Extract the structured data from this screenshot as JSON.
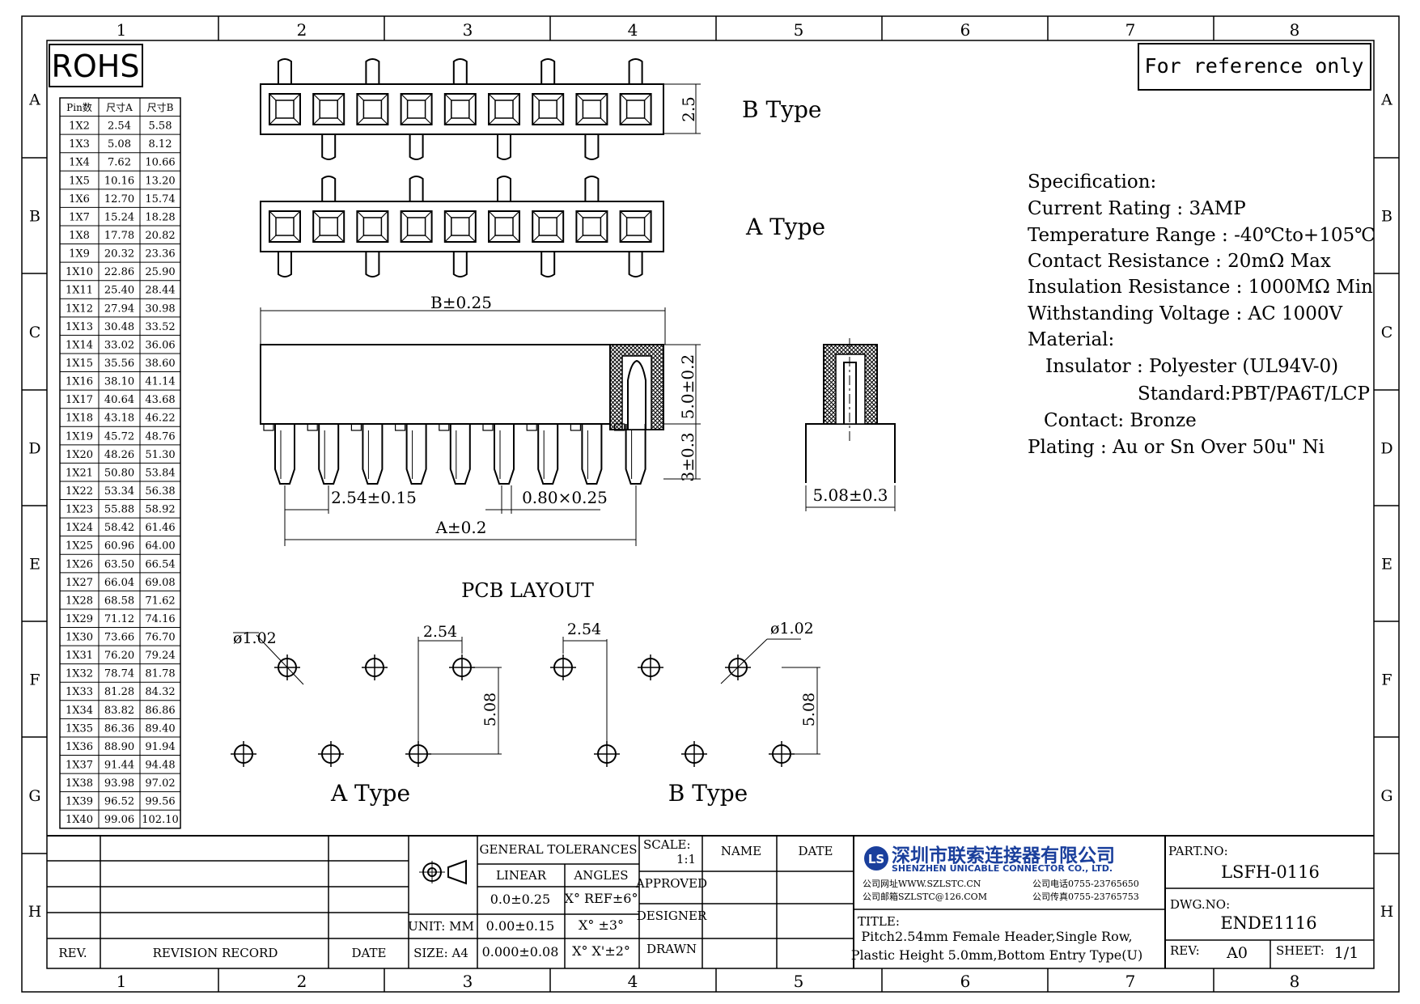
{
  "frame": {
    "cols": [
      "1",
      "2",
      "3",
      "4",
      "5",
      "6",
      "7",
      "8"
    ],
    "rows": [
      "A",
      "B",
      "C",
      "D",
      "E",
      "F",
      "G",
      "H"
    ]
  },
  "rohs": "ROHS",
  "reference": "For reference only",
  "pin_table": {
    "headers": [
      "Pin数",
      "尺寸A",
      "尺寸B"
    ],
    "rows": [
      [
        "1X2",
        "2.54",
        "5.58"
      ],
      [
        "1X3",
        "5.08",
        "8.12"
      ],
      [
        "1X4",
        "7.62",
        "10.66"
      ],
      [
        "1X5",
        "10.16",
        "13.20"
      ],
      [
        "1X6",
        "12.70",
        "15.74"
      ],
      [
        "1X7",
        "15.24",
        "18.28"
      ],
      [
        "1X8",
        "17.78",
        "20.82"
      ],
      [
        "1X9",
        "20.32",
        "23.36"
      ],
      [
        "1X10",
        "22.86",
        "25.90"
      ],
      [
        "1X11",
        "25.40",
        "28.44"
      ],
      [
        "1X12",
        "27.94",
        "30.98"
      ],
      [
        "1X13",
        "30.48",
        "33.52"
      ],
      [
        "1X14",
        "33.02",
        "36.06"
      ],
      [
        "1X15",
        "35.56",
        "38.60"
      ],
      [
        "1X16",
        "38.10",
        "41.14"
      ],
      [
        "1X17",
        "40.64",
        "43.68"
      ],
      [
        "1X18",
        "43.18",
        "46.22"
      ],
      [
        "1X19",
        "45.72",
        "48.76"
      ],
      [
        "1X20",
        "48.26",
        "51.30"
      ],
      [
        "1X21",
        "50.80",
        "53.84"
      ],
      [
        "1X22",
        "53.34",
        "56.38"
      ],
      [
        "1X23",
        "55.88",
        "58.92"
      ],
      [
        "1X24",
        "58.42",
        "61.46"
      ],
      [
        "1X25",
        "60.96",
        "64.00"
      ],
      [
        "1X26",
        "63.50",
        "66.54"
      ],
      [
        "1X27",
        "66.04",
        "69.08"
      ],
      [
        "1X28",
        "68.58",
        "71.62"
      ],
      [
        "1X29",
        "71.12",
        "74.16"
      ],
      [
        "1X30",
        "73.66",
        "76.70"
      ],
      [
        "1X31",
        "76.20",
        "79.24"
      ],
      [
        "1X32",
        "78.74",
        "81.78"
      ],
      [
        "1X33",
        "81.28",
        "84.32"
      ],
      [
        "1X34",
        "83.82",
        "86.86"
      ],
      [
        "1X35",
        "86.36",
        "89.40"
      ],
      [
        "1X36",
        "88.90",
        "91.94"
      ],
      [
        "1X37",
        "91.44",
        "94.48"
      ],
      [
        "1X38",
        "93.98",
        "97.02"
      ],
      [
        "1X39",
        "96.52",
        "99.56"
      ],
      [
        "1X40",
        "99.06",
        "102.10"
      ]
    ]
  },
  "labels": {
    "b_type": "B Type",
    "a_type": "A Type",
    "dim_2_5": "2.5",
    "dim_b": "B±0.25",
    "dim_5_0": "5.0±0.2",
    "dim_3": "3±0.3",
    "dim_pitch": "2.54±0.15",
    "dim_pin": "0.80×0.25",
    "dim_a": "A±0.2",
    "dim_side": "5.08±0.3",
    "pcb_layout": "PCB LAYOUT",
    "hole_a": "ø1.02",
    "hole_b": "ø1.02",
    "pcb_pitch_a": "2.54",
    "pcb_pitch_b": "2.54",
    "pcb_row_a": "5.08",
    "pcb_row_b": "5.08",
    "pcb_a_type": "A Type",
    "pcb_b_type": "B Type"
  },
  "spec": [
    "Specification:",
    "Current Rating : 3AMP",
    "Temperature Range : -40℃to+105℃",
    "Contact Resistance : 20mΩ Max",
    "Insulation Resistance : 1000MΩ Min",
    "Withstanding Voltage : AC 1000V",
    "Material:",
    "Insulator : Polyester (UL94V-0)",
    "Standard:PBT/PA6T/LCP",
    "Contact: Bronze",
    "Plating : Au or Sn Over 50u\" Ni"
  ],
  "title_block": {
    "rev_hdr": "REV.",
    "revision_record": "REVISION RECORD",
    "date_hdr": "DATE",
    "unit": "UNIT: MM",
    "size": "SIZE: A4",
    "general_tolerances": "GENERAL TOLERANCES",
    "linear": "LINEAR",
    "angles": "ANGLES",
    "tol1": "0.0±0.25",
    "tol2": "0.00±0.15",
    "tol3": "0.000±0.08",
    "ang1": "X° REF±6°",
    "ang2": "X° ±3°",
    "ang3": "X° X'±2°",
    "scale_label": "SCALE:",
    "scale_value": "1:1",
    "name_hdr": "NAME",
    "date_hdr2": "DATE",
    "approved": "APPROVED",
    "designer": "DESIGNER",
    "drawn": "DRAWN",
    "company_cn": "深圳市联索连接器有限公司",
    "company_en": "SHENZHEN UNICABLE CONNECTOR CO., LTD.",
    "web": "公司网址WWW.SZLSTC.CN",
    "mail": "公司邮箱SZLSTC@126.COM",
    "tel": "公司电话0755-23765650",
    "fax": "公司传真0755-23765753",
    "logo_letters": "LS",
    "title_label": "TITLE:",
    "title_line1": "Pitch2.54mm Female Header,Single Row,",
    "title_line2": "Plastic Height 5.0mm,Bottom Entry Type(U)",
    "part_no_label": "PART.NO:",
    "part_no": "LSFH-0116",
    "dwg_no_label": "DWG.NO:",
    "dwg_no": "ENDE1116",
    "rev_label": "REV:",
    "rev": "A0",
    "sheet_label": "SHEET:",
    "sheet": "1/1"
  },
  "colors": {
    "line": "#000000",
    "logo": "#1a3f9c"
  }
}
